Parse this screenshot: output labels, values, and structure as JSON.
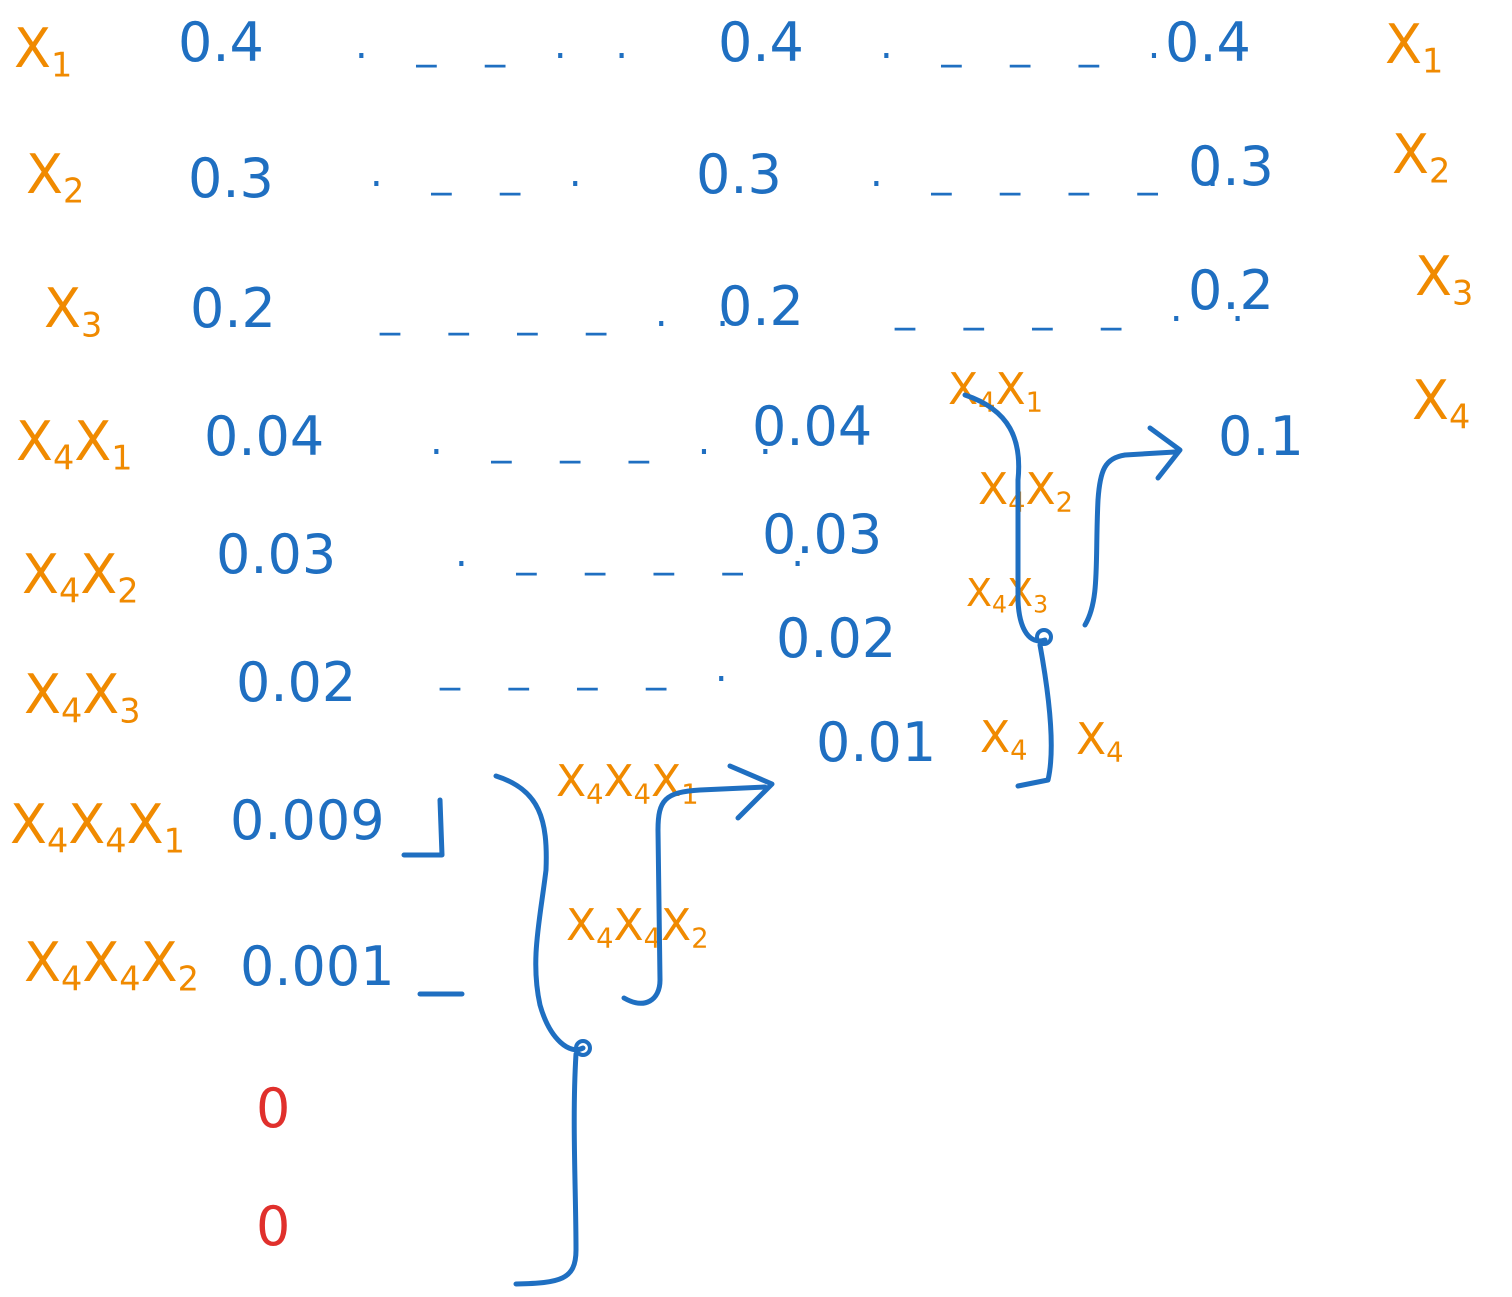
{
  "rows": [
    {
      "label": "X1",
      "values": [
        "0.4",
        "0.4",
        "0.4"
      ],
      "right_label": "X1"
    },
    {
      "label": "X2",
      "values": [
        "0.3",
        "0.3",
        "0.3"
      ],
      "right_label": "X2"
    },
    {
      "label": "X3",
      "values": [
        "0.2",
        "0.2",
        "0.2"
      ],
      "right_label": "X3"
    },
    {
      "label": "X4X1",
      "values": [
        "0.04",
        "0.04"
      ]
    },
    {
      "label": "X4X2",
      "values": [
        "0.03",
        "0.03"
      ]
    },
    {
      "label": "X4X3",
      "values": [
        "0.02",
        "0.02"
      ]
    },
    {
      "label": "X4X4X1",
      "values": [
        "0.009"
      ]
    },
    {
      "label": "X4X4X2",
      "values": [
        "0.001"
      ]
    }
  ],
  "extra": {
    "merge1_labels": [
      "X4X1",
      "X4X2",
      "X4X3"
    ],
    "merge1_result": "0.1",
    "merge1_result_label": "X4",
    "merge2_labels": [
      "X4X4X1",
      "X4X4X2"
    ],
    "merge2_result": "0.01",
    "merge2_result_labels": [
      "X4",
      "X4"
    ],
    "zeros": [
      "0",
      "0"
    ]
  },
  "colors": {
    "symbol": "#F08A00",
    "number": "#1F6FC1",
    "zero": "#E0302C"
  }
}
